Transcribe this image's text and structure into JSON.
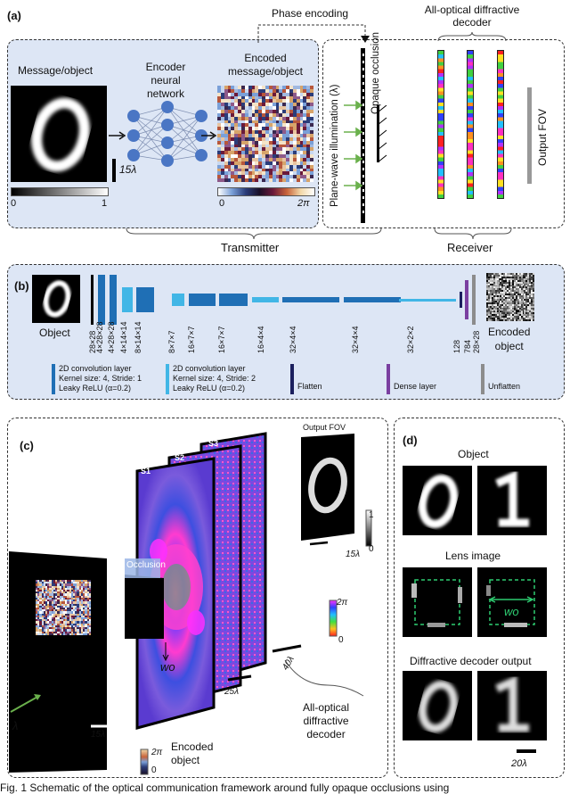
{
  "panels": {
    "a": {
      "label": "(a)",
      "phase_encoding": "Phase encoding",
      "decoder_title": "All-optical diffractive decoder",
      "message_object": "Message/object",
      "encoder_nn": [
        "Encoder",
        "neural",
        "network"
      ],
      "encoded_message": [
        "Encoded",
        "message/object"
      ],
      "scale_15": "15λ",
      "cbar_left_min": "0",
      "cbar_left_max": "1",
      "cbar_right_min": "0",
      "cbar_right_max": "2π",
      "illumination": "Plane-wave illumination (λ)",
      "opaque_occlusion": "Opaque occlusion",
      "output_fov": "Output FOV",
      "transmitter": "Transmitter",
      "receiver": "Receiver"
    },
    "b": {
      "label": "(b)",
      "object": "Object",
      "encoded_object": [
        "Encoded",
        "object"
      ],
      "layer_labels": [
        "28×28",
        "4×28×28",
        "4×28×28",
        "4×14×14",
        "8×14×14",
        "8×7×7",
        "16×7×7",
        "16×7×7",
        "16×4×4",
        "32×4×4",
        "32×4×4",
        "32×2×2",
        "128",
        "784",
        "28×28"
      ],
      "legend": [
        {
          "lines": [
            "2D convolution layer",
            "Kernel size: 4, Stride: 1",
            "Leaky ReLU (α=0.2)"
          ],
          "color": "#1f6fb5"
        },
        {
          "lines": [
            "2D convolution layer",
            "Kernel size: 4, Stride: 2",
            "Leaky ReLU (α=0.2)"
          ],
          "color": "#41b6e6"
        },
        {
          "lines": [
            "Flatten"
          ],
          "color": "#1b1f5e"
        },
        {
          "lines": [
            "Dense layer"
          ],
          "color": "#7a3fa0"
        },
        {
          "lines": [
            "Unflatten"
          ],
          "color": "#8c8c8c"
        }
      ]
    },
    "c": {
      "label": "(c)",
      "s1": "S1",
      "s2": "S2",
      "s3": "S3",
      "output_fov": "Output FOV",
      "occlusion": "Occlusion",
      "wo": "wo",
      "lambda": "λ",
      "scale_15": "15λ",
      "scale_25": "25λ",
      "scale_40": "40λ",
      "cbar_max": "2π",
      "cbar_min": "0",
      "fov_max": "1",
      "fov_min": "0",
      "fov_scale": "15λ",
      "decoder": [
        "All-optical",
        "diffractive",
        "decoder"
      ],
      "encoded_object": [
        "Encoded",
        "object"
      ],
      "enc_cbar_max": "2π",
      "enc_cbar_min": "0"
    },
    "d": {
      "label": "(d)",
      "object": "Object",
      "lens_image": "Lens image",
      "wo": "wo",
      "decoder_output": "Diffractive decoder output",
      "scale": "20λ"
    }
  },
  "caption": "Fig. 1 Schematic of the optical communication framework around fully opaque occlusions using"
}
